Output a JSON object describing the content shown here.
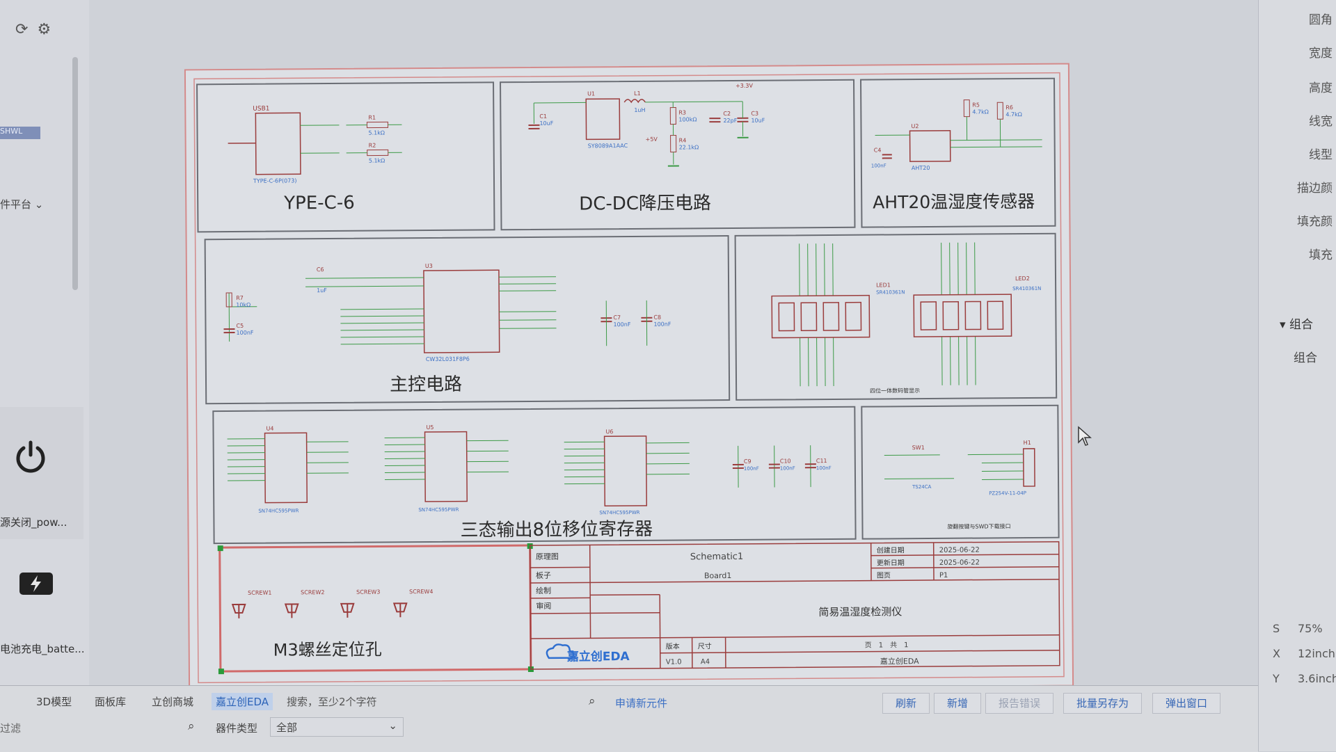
{
  "left_panel": {
    "selected_label": "SHWL",
    "platform_label": "件平台",
    "power_label": "源关闭_pow...",
    "battery_label": "电池充电_batte..."
  },
  "schematic": {
    "blocks": {
      "typec": "YPE-C-6",
      "dcdc": "DC-DC降压电路",
      "aht20": "AHT20温湿度传感器",
      "mcu": "主控电路",
      "display_note": "四位一体数码管显示",
      "shift": "三态输出8位移位寄存器",
      "screw": "M3螺丝定位孔",
      "swd_note": "旋翻按键与SWD下载接口"
    },
    "parts": {
      "usb": "USB1",
      "usb_part": "TYPE-C-6P(073)",
      "r1": "R1",
      "r1_val": "5.1kΩ",
      "r2": "R2",
      "r2_val": "5.1kΩ",
      "u1": "U1",
      "u1_part": "SY8089A1AAC",
      "l1": "L1",
      "l1_val": "1uH",
      "c1": "C1",
      "c1_val": "10uF",
      "r3": "R3",
      "r3_val": "100kΩ",
      "r4": "R4",
      "r4_val": "22.1kΩ",
      "c2": "C2",
      "c2_val": "22pF",
      "c3": "C3",
      "c3_val": "10uF",
      "u2": "U2",
      "u2_part": "AHT20",
      "c4": "C4",
      "c4_val": "100nF",
      "r5": "R5",
      "r5_val": "4.7kΩ",
      "r6": "R6",
      "r6_val": "4.7kΩ",
      "u3": "U3",
      "u3_part": "CW32L031F8P6",
      "r7": "R7",
      "r7_val": "10kΩ",
      "c5": "C5",
      "c5_val": "100nF",
      "c6": "C6",
      "c6_val": "1uF",
      "c7": "C7",
      "c7_val": "100nF",
      "c8": "C8",
      "c8_val": "100nF",
      "led1": "LED1",
      "led1_part": "SR410361N",
      "led2": "LED2",
      "led2_part": "SR410361N",
      "u4": "U4",
      "u5": "U5",
      "u6": "U6",
      "shift_part": "SN74HC595PWR",
      "c9": "C9",
      "c9_val": "100nF",
      "c10": "C10",
      "c10_val": "100nF",
      "c11": "C11",
      "c11_val": "100nF",
      "sw1": "SW1",
      "sw1_part": "TS24CA",
      "h1": "H1",
      "h1_part": "PZ254V-11-04P",
      "screws": [
        "SCREW1",
        "SCREW2",
        "SCREW3",
        "SCREW4"
      ],
      "v33": "+3.3V",
      "v5": "+5V"
    },
    "title_block": {
      "principle_label": "原理图",
      "principle_value": "Schematic1",
      "board_label": "板子",
      "board_value": "Board1",
      "draw_label": "绘制",
      "review_label": "审阅",
      "created_label": "创建日期",
      "created_value": "2025-06-22",
      "updated_label": "更新日期",
      "updated_value": "2025-06-22",
      "sheet_label": "图页",
      "sheet_value": "P1",
      "project_title": "简易温湿度检测仪",
      "version_label": "版本",
      "version_value": "V1.0",
      "size_label": "尺寸",
      "size_value": "A4",
      "page_text": "页　1　共　1",
      "company": "嘉立创EDA",
      "logo_text": "嘉立创EDA"
    }
  },
  "right_panel": {
    "properties": [
      "圆角",
      "宽度",
      "高度",
      "线宽",
      "线型",
      "描边颜",
      "填充颜",
      "填充"
    ],
    "group_header": "组合",
    "group_item": "组合",
    "stats": [
      {
        "key": "S",
        "value": "75%"
      },
      {
        "key": "X",
        "value": "12inch"
      },
      {
        "key": "Y",
        "value": "3.6inch"
      }
    ]
  },
  "bottom_bar": {
    "tabs": [
      "3D模型",
      "面板库",
      "立创商城",
      "嘉立创EDA"
    ],
    "active_tab": "嘉立创EDA",
    "search_placeholder": "搜索，至少2个字符",
    "apply_link": "申请新元件",
    "buttons": [
      "刷新",
      "新增",
      "报告错误",
      "批量另存为",
      "弹出窗口"
    ],
    "category_label": "器件类型",
    "category_value": "全部",
    "filter_label": "过滤"
  },
  "colors": {
    "wire": "#3c9a46",
    "symbol": "#9a3c3c",
    "frame": "#d48a8a",
    "net_label": "#3b6fc4",
    "block_border": "#6a6d74"
  }
}
